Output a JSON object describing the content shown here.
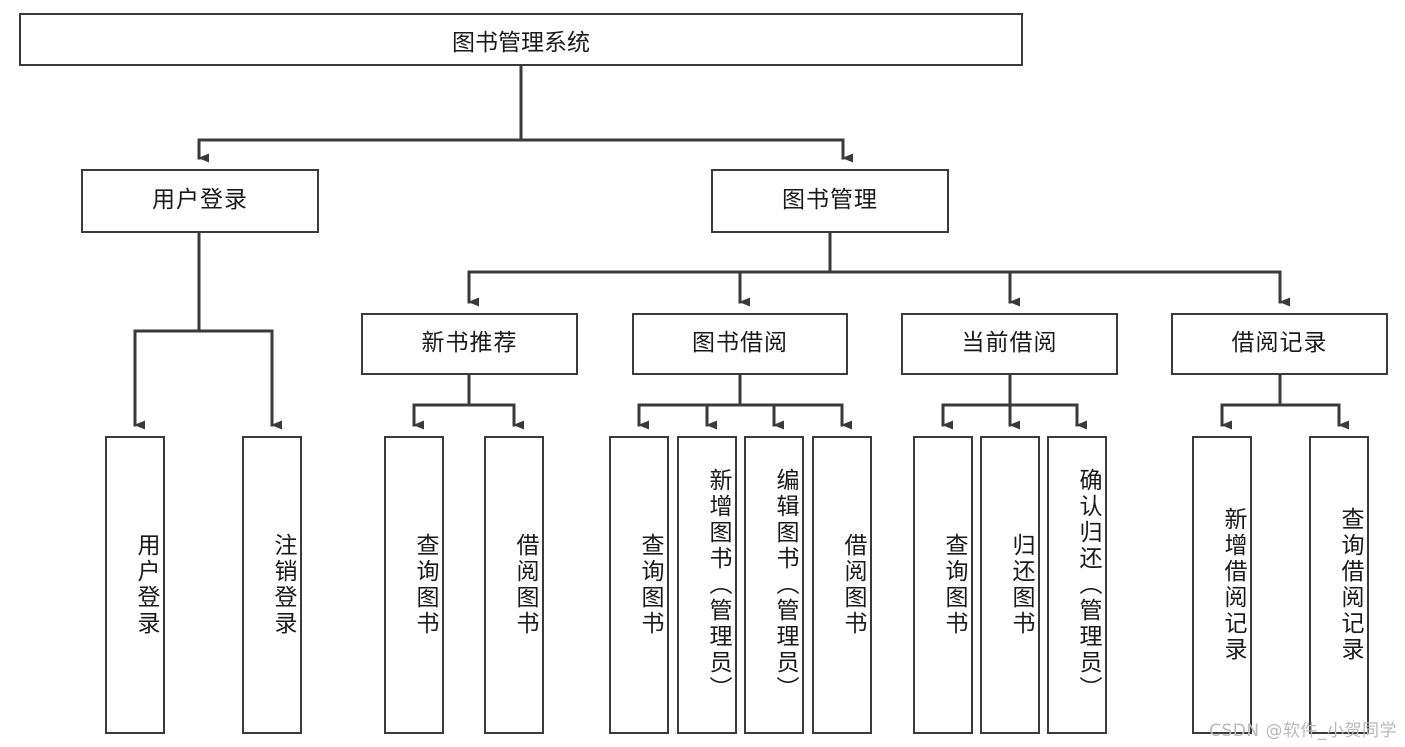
{
  "diagram": {
    "title": "图书管理系统",
    "watermark": "CSDN @软件_小贺同学",
    "line_color": "#3a3a3a",
    "text_color": "#1a1a1a",
    "background": "#ffffff",
    "nodes": {
      "root": "图书管理系统",
      "level2": {
        "user_login": "用户登录",
        "book_manage": "图书管理"
      },
      "level3": {
        "new_book_recommend": "新书推荐",
        "book_borrow": "图书借阅",
        "current_borrow": "当前借阅",
        "borrow_record": "借阅记录"
      },
      "leaves": {
        "user_login_1": "用户登录",
        "user_login_2": "注销登录",
        "new_book_1": "查询图书",
        "new_book_2": "借阅图书",
        "book_borrow_1": "查询图书",
        "book_borrow_2": "新增图书（管理员）",
        "book_borrow_3": "编辑图书（管理员）",
        "book_borrow_4": "借阅图书",
        "current_borrow_1": "查询图书",
        "current_borrow_2": "归还图书",
        "current_borrow_3": "确认归还（管理员）",
        "borrow_record_1": "新增借阅记录",
        "borrow_record_2": "查询借阅记录"
      }
    }
  }
}
